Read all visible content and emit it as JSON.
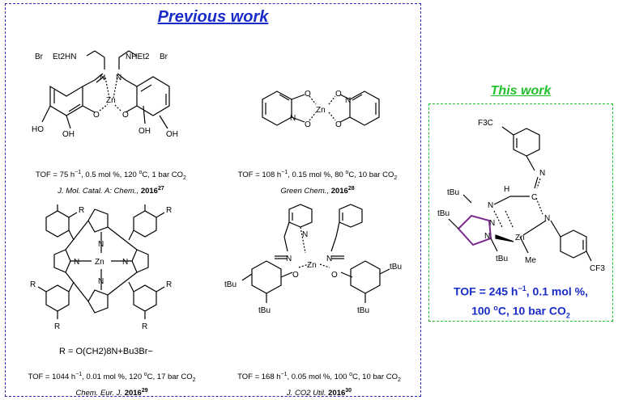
{
  "previous": {
    "title_word1": "Previous",
    "title_word2": "work",
    "cpd1": {
      "tof": "TOF = 75 h",
      "tof_rest": ", 0.5 mol %, 120 ",
      "temp_unit": "C, 1 bar CO",
      "journal": "J. Mol. Catal. A: Chem., ",
      "year": "2016",
      "ref": "27",
      "labels": [
        "Br",
        "Et2HN",
        "NHEt2",
        "Br",
        "N",
        "N",
        "Zn",
        "O",
        "O",
        "HO",
        "OH",
        "OH",
        "OH"
      ]
    },
    "cpd2": {
      "tof": "TOF = 108 h",
      "tof_rest": ", 0.15 mol %, 80 ",
      "temp_unit": "C, 10 bar CO",
      "journal": "Green Chem., ",
      "year": "2016",
      "ref": "28",
      "labels": [
        "Zn",
        "O",
        "O",
        "O",
        "O",
        "N",
        "N"
      ]
    },
    "cpd3": {
      "tof": "TOF = 1044 h",
      "tof_rest": ", 0.01 mol %, 120 ",
      "temp_unit": "C, 17 bar CO",
      "journal": "Chem. Eur. J. ",
      "year": "2016",
      "ref": "29",
      "r_def": "R = O(CH2)8N+Bu3Br−",
      "r_label": "R",
      "labels": [
        "N",
        "N",
        "N",
        "N",
        "Zn"
      ]
    },
    "cpd4": {
      "tof": "TOF = 168 h",
      "tof_rest": ", 0.05 mol %, 100 ",
      "temp_unit": "C, 10 bar CO",
      "journal": "J. CO2 Util. ",
      "year": "2016",
      "ref": "30",
      "labels": [
        "N",
        "N",
        "N",
        "Zn",
        "O",
        "O",
        "tBu",
        "tBu",
        "tBu",
        "tBu"
      ]
    }
  },
  "this_work": {
    "title_word1": "This",
    "title_word2": "work",
    "tof_line1": "TOF = 245 h",
    "tof_line1_rest": ", 0.1 mol %,",
    "tof_line2_pre": "100 ",
    "tof_line2_mid": "C, 10 bar CO",
    "labels": [
      "F3C",
      "N",
      "H",
      "C",
      "tBu",
      "N",
      "tBu",
      "N",
      "N",
      "N",
      "Zn",
      "Me",
      "tBu",
      "CF3"
    ]
  },
  "colors": {
    "blue": "#1a2cc8",
    "green": "#22c02a",
    "border_blue": "#2b2bb8"
  }
}
